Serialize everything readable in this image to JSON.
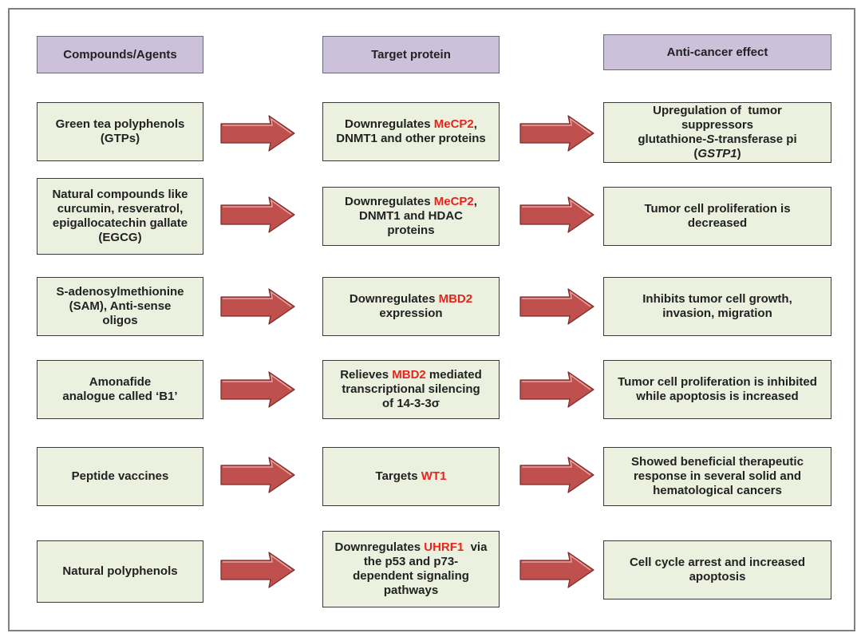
{
  "headers": {
    "col1": "Compounds/Agents",
    "col2": "Target protein",
    "col3": "Anti-cancer effect"
  },
  "rows": [
    {
      "compound": [
        "Green tea polyphenols",
        "(GTPs)"
      ],
      "target": [
        [
          {
            "t": "Downregulates "
          },
          {
            "t": "MeCP2",
            "hl": true
          },
          {
            "t": ","
          }
        ],
        [
          {
            "t": "DNMT1 and other proteins"
          }
        ]
      ],
      "effect": [
        [
          {
            "t": "Upregulation of  tumor"
          }
        ],
        [
          {
            "t": "suppressors"
          }
        ],
        [
          {
            "t": "glutathione-"
          },
          {
            "t": "S",
            "i": true
          },
          {
            "t": "-transferase pi"
          }
        ],
        [
          {
            "t": "("
          },
          {
            "t": "GSTP1",
            "i": true
          },
          {
            "t": ")"
          }
        ]
      ]
    },
    {
      "compound": [
        "Natural compounds like",
        "curcumin, resveratrol,",
        "epigallocatechin gallate",
        "(EGCG)"
      ],
      "target": [
        [
          {
            "t": "Downregulates "
          },
          {
            "t": "MeCP2",
            "hl": true
          },
          {
            "t": ","
          }
        ],
        [
          {
            "t": "DNMT1 and HDAC"
          }
        ],
        [
          {
            "t": "proteins"
          }
        ]
      ],
      "effect": [
        [
          {
            "t": "Tumor cell proliferation is"
          }
        ],
        [
          {
            "t": "decreased"
          }
        ]
      ]
    },
    {
      "compound": [
        "S-adenosylmethionine",
        "(SAM), Anti-sense",
        "oligos"
      ],
      "target": [
        [
          {
            "t": "Downregulates "
          },
          {
            "t": "MBD2",
            "hl": true
          }
        ],
        [
          {
            "t": "expression"
          }
        ]
      ],
      "effect": [
        [
          {
            "t": "Inhibits tumor cell growth,"
          }
        ],
        [
          {
            "t": "invasion, migration"
          }
        ]
      ]
    },
    {
      "compound": [
        "Amonafide",
        "analogue called ‘B1’"
      ],
      "target": [
        [
          {
            "t": "Relieves "
          },
          {
            "t": "MBD2",
            "hl": true
          },
          {
            "t": " mediated"
          }
        ],
        [
          {
            "t": "transcriptional silencing"
          }
        ],
        [
          {
            "t": "of 14-3-3σ"
          }
        ]
      ],
      "effect": [
        [
          {
            "t": "Tumor cell proliferation is inhibited"
          }
        ],
        [
          {
            "t": "while apoptosis is increased"
          }
        ]
      ]
    },
    {
      "compound": [
        "Peptide vaccines"
      ],
      "target": [
        [
          {
            "t": "Targets "
          },
          {
            "t": "WT1",
            "hl": true
          }
        ]
      ],
      "effect": [
        [
          {
            "t": "Showed beneficial therapeutic"
          }
        ],
        [
          {
            "t": "response in several solid and"
          }
        ],
        [
          {
            "t": "hematological cancers"
          }
        ]
      ]
    },
    {
      "compound": [
        "Natural polyphenols"
      ],
      "target": [
        [
          {
            "t": "Downregulates "
          },
          {
            "t": "UHRF1",
            "hl": true
          },
          {
            "t": "  via"
          }
        ],
        [
          {
            "t": "the p53 and p73-"
          }
        ],
        [
          {
            "t": "dependent signaling"
          }
        ],
        [
          {
            "t": "pathways"
          }
        ]
      ],
      "effect": [
        [
          {
            "t": "Cell cycle arrest and increased"
          }
        ],
        [
          {
            "t": "apoptosis"
          }
        ]
      ]
    }
  ],
  "colors": {
    "header_fill": "#ccc0da",
    "box_fill": "#ebf1de",
    "arrow_fill": "#c0504d",
    "highlight_text": "#e8241c"
  }
}
